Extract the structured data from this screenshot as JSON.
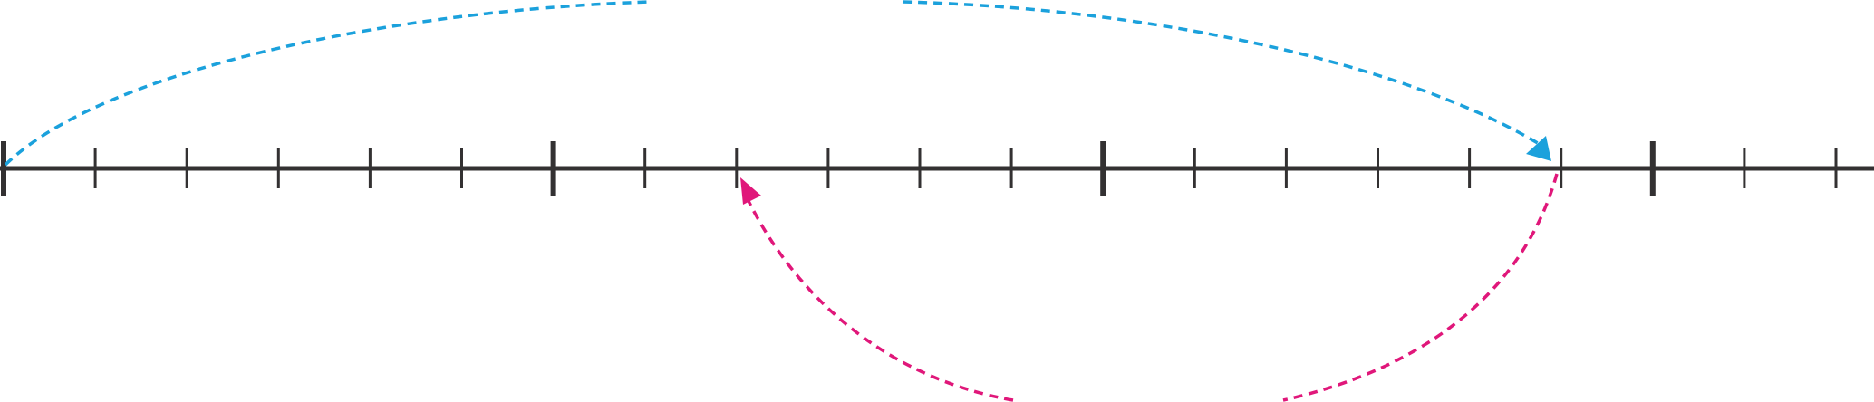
{
  "number_line": {
    "tick_count": 21,
    "major_tick_every": 6,
    "line_color": "#333132",
    "arrows": {
      "first": "right-pointing-arrow",
      "second": "left-pointing-arrow"
    }
  },
  "jumps": [
    {
      "name": "jump-forward",
      "from_tick": 0,
      "to_tick": 17,
      "direction": "forward",
      "side": "above",
      "color": "#1ba1dc",
      "style": "dashed"
    },
    {
      "name": "jump-backward",
      "from_tick": 17,
      "to_tick": 8,
      "direction": "backward",
      "side": "below",
      "color": "#e0177a",
      "style": "dashed"
    }
  ]
}
